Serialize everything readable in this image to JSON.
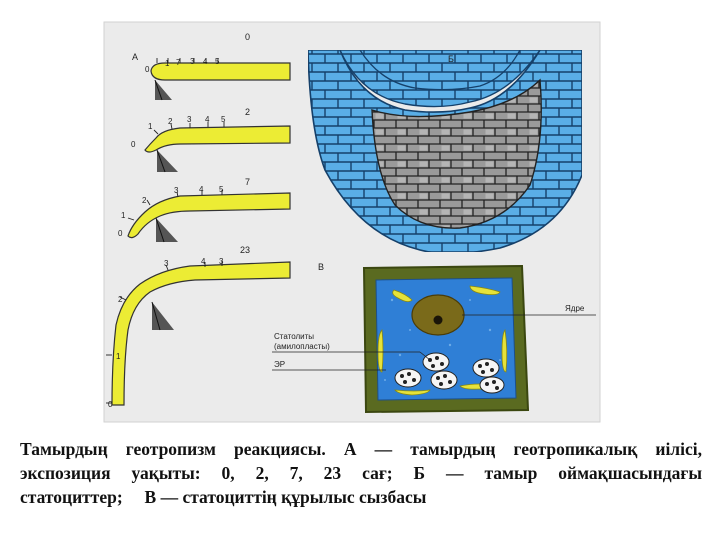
{
  "panels": {
    "a": {
      "letter": "А",
      "roots": [
        {
          "hours": "0",
          "marks": [
            "0",
            "1",
            "7",
            "3",
            "4",
            "5"
          ]
        },
        {
          "hours": "2",
          "marks": [
            "0",
            "1",
            "2",
            "3",
            "4",
            "5"
          ]
        },
        {
          "hours": "7",
          "marks": [
            "0",
            "1",
            "2",
            "3",
            "4",
            "5"
          ]
        },
        {
          "hours": "23",
          "marks": [
            "0",
            "1",
            "2",
            "3",
            "4",
            "3"
          ]
        }
      ]
    },
    "b": {
      "letter": "Б"
    },
    "c": {
      "letter": "В",
      "labels": {
        "nucleus": "Ядре",
        "statocytes": "Статолиты",
        "amyloplasts": "(амилопласты)",
        "er": "ЭР"
      }
    }
  },
  "caption": {
    "line1": "Тамырдың геотропизм реакциясы. А — тамырдың геотропикалық иілісі,",
    "line2": "экспозиция уақыты: 0, 2, 7, 23 сағ; Б — тамыр оймақшасындағы",
    "line3": "статоциттер;     В — статоциттің құрылыс сызбасы"
  }
}
